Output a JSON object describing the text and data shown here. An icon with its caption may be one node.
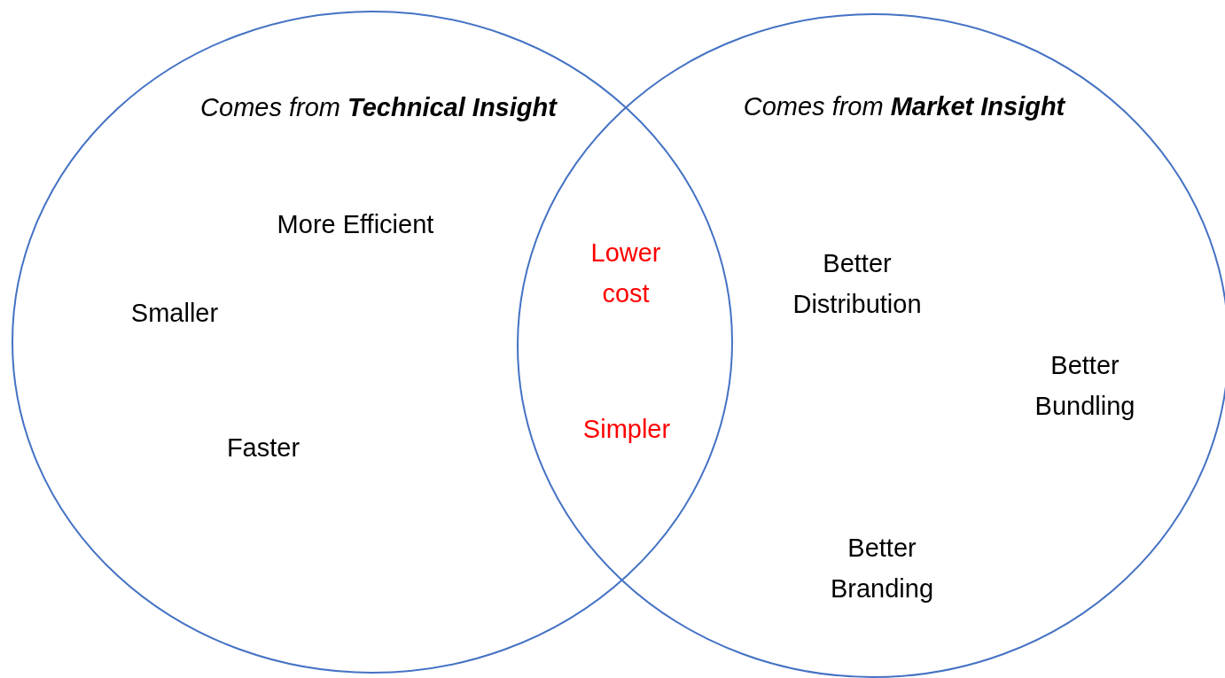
{
  "diagram": {
    "nodes": [
      {
        "text": [
          "Comes from **Technical Insight**",
          "More Efficient",
          "Smaller",
          "Faster"
        ]
      },
      {
        "text": [
          "Comes from **Market Insight**",
          "Better Distribution",
          "Better Bundling",
          "Better Branding"
        ]
      }
    ],
    "labels": [
      "Lower cost",
      "Simpler"
    ]
  }
}
